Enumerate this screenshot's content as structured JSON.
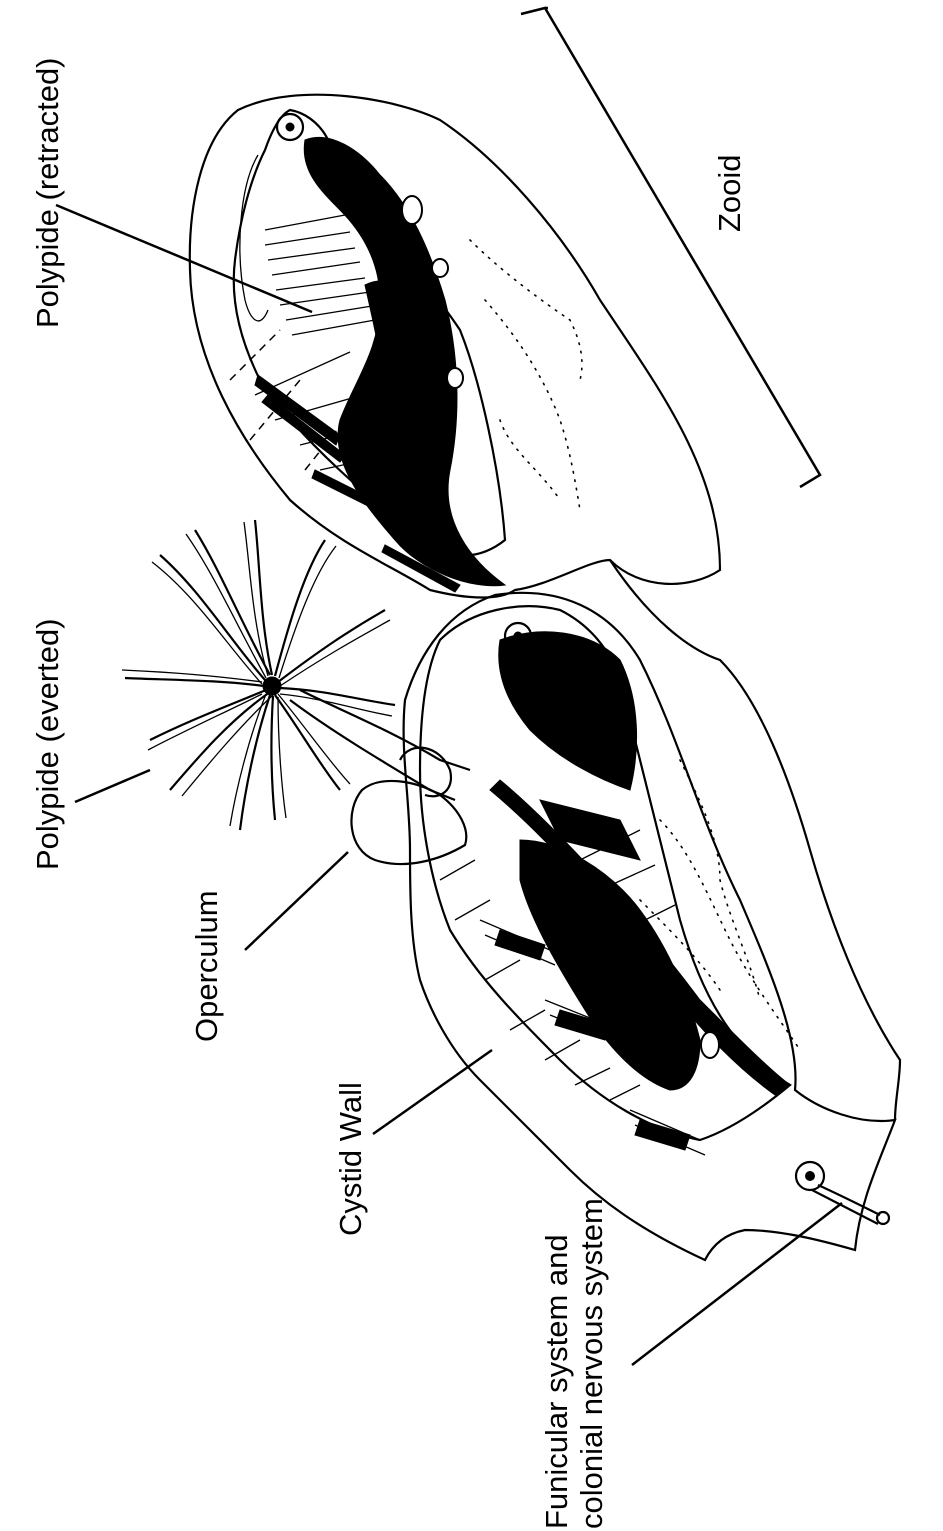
{
  "labels": {
    "polypide_retracted": "Polypide (retracted)",
    "zooid": "Zooid",
    "polypide_everted": "Polypide (everted)",
    "operculum": "Operculum",
    "cystid_wall": "Cystid Wall",
    "funicular_line1": "Funicular system and",
    "funicular_line2": "colonial nervous system"
  }
}
